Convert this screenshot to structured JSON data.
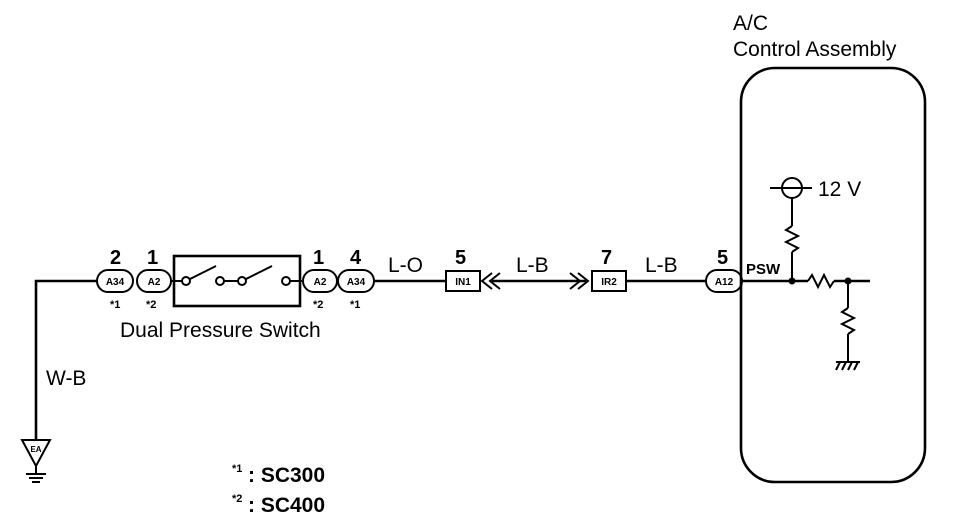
{
  "title": {
    "line1": "A/C",
    "line2": "Control Assembly"
  },
  "voltage_label": "12 V",
  "terminal_label": "PSW",
  "component_label": "Dual Pressure Switch",
  "wires": {
    "ground": "W-B",
    "switch_out": "L-O",
    "cross1": "L-B",
    "cross2": "L-B"
  },
  "pins": {
    "left_a34": "2",
    "left_a2": "1",
    "right_a2": "1",
    "right_a34": "4",
    "in1": "5",
    "ir2": "7",
    "a12": "5"
  },
  "connectors": {
    "left_a34": "A34",
    "left_a2": "A2",
    "right_a2": "A2",
    "right_a34": "A34",
    "in1": "IN1",
    "ir2": "IR2",
    "a12": "A12",
    "ground": "EA"
  },
  "notes": {
    "left_a34": "*1",
    "left_a2": "*2",
    "right_a2": "*2",
    "right_a34": "*1"
  },
  "footnotes": {
    "fn1_mark": "*1",
    "fn1_text": ": SC300",
    "fn2_mark": "*2",
    "fn2_text": ": SC400"
  }
}
